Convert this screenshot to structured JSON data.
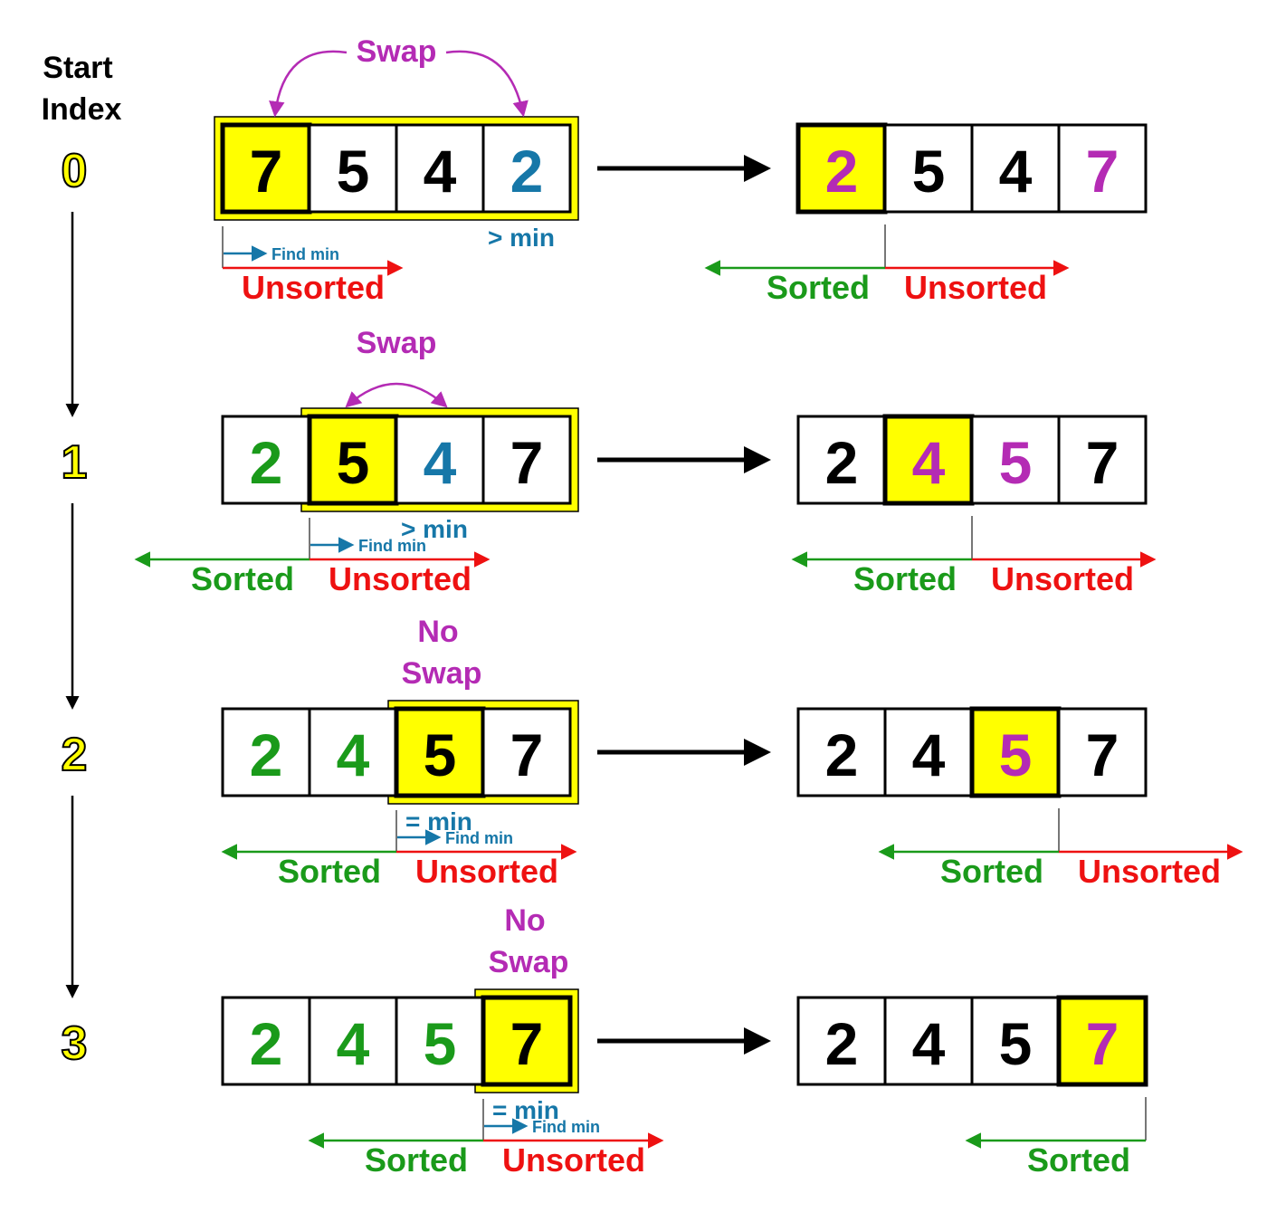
{
  "header": {
    "line1": "Start",
    "line2": "Index"
  },
  "colors": {
    "highlight": "#FFFF00",
    "black": "#000000",
    "sorted_green": "#1A9A1A",
    "unsorted_red": "#EE1111",
    "swap_purple": "#B42BB4",
    "min_blue": "#1677A8",
    "gray": "#777777"
  },
  "steps": [
    {
      "index": "0",
      "action": [
        "Swap"
      ],
      "action_is_swap": true,
      "before": {
        "values": [
          "7",
          "5",
          "4",
          "2"
        ],
        "value_colors": [
          "black",
          "black",
          "black",
          "min_blue"
        ],
        "highlight_cell": 0,
        "scan_from": 0,
        "min_cell": 3,
        "min_text": "> min",
        "find_min_text": "Find min",
        "sorted_text": "",
        "unsorted_text": "Unsorted"
      },
      "after": {
        "values": [
          "2",
          "5",
          "4",
          "7"
        ],
        "value_colors": [
          "swap_purple",
          "black",
          "black",
          "swap_purple"
        ],
        "highlight_cell": 0,
        "sorted_text": "Sorted",
        "unsorted_text": "Unsorted"
      }
    },
    {
      "index": "1",
      "action": [
        "Swap"
      ],
      "action_is_swap": true,
      "before": {
        "values": [
          "2",
          "5",
          "4",
          "7"
        ],
        "value_colors": [
          "sorted_green",
          "black",
          "min_blue",
          "black"
        ],
        "highlight_cell": 1,
        "scan_from": 1,
        "min_cell": 2,
        "min_text": "> min",
        "find_min_text": "Find min",
        "sorted_text": "Sorted",
        "unsorted_text": "Unsorted"
      },
      "after": {
        "values": [
          "2",
          "4",
          "5",
          "7"
        ],
        "value_colors": [
          "black",
          "swap_purple",
          "swap_purple",
          "black"
        ],
        "highlight_cell": 1,
        "sorted_text": "Sorted",
        "unsorted_text": "Unsorted"
      }
    },
    {
      "index": "2",
      "action": [
        "No",
        "Swap"
      ],
      "action_is_swap": false,
      "before": {
        "values": [
          "2",
          "4",
          "5",
          "7"
        ],
        "value_colors": [
          "sorted_green",
          "sorted_green",
          "black",
          "black"
        ],
        "highlight_cell": 2,
        "scan_from": 2,
        "min_cell": 2,
        "min_text": "= min",
        "find_min_text": "Find min",
        "sorted_text": "Sorted",
        "unsorted_text": "Unsorted"
      },
      "after": {
        "values": [
          "2",
          "4",
          "5",
          "7"
        ],
        "value_colors": [
          "black",
          "black",
          "swap_purple",
          "black"
        ],
        "highlight_cell": 2,
        "sorted_text": "Sorted",
        "unsorted_text": "Unsorted"
      }
    },
    {
      "index": "3",
      "action": [
        "No",
        "Swap"
      ],
      "action_is_swap": false,
      "before": {
        "values": [
          "2",
          "4",
          "5",
          "7"
        ],
        "value_colors": [
          "sorted_green",
          "sorted_green",
          "sorted_green",
          "black"
        ],
        "highlight_cell": 3,
        "scan_from": 3,
        "min_cell": 3,
        "min_text": "= min",
        "find_min_text": "Find min",
        "sorted_text": "Sorted",
        "unsorted_text": "Unsorted"
      },
      "after": {
        "values": [
          "2",
          "4",
          "5",
          "7"
        ],
        "value_colors": [
          "black",
          "black",
          "black",
          "swap_purple"
        ],
        "highlight_cell": 3,
        "sorted_text": "Sorted",
        "unsorted_text": ""
      }
    }
  ]
}
